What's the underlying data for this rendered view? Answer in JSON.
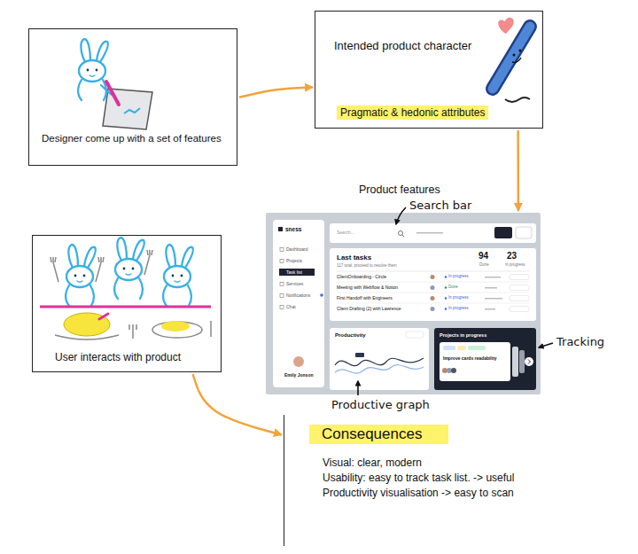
{
  "diagram": {
    "nodes": [
      {
        "text": [
          "Designer come up with a set of features"
        ]
      },
      {
        "text": [
          "Intended product character",
          "Pragmatic & hedonic attributes"
        ]
      },
      {
        "text": [
          "Product features"
        ]
      },
      {
        "text": [
          "sness",
          "Dashboard",
          "Projects",
          "Task list",
          "Services",
          "Notifications",
          "Chat",
          "Emily Jonson"
        ],
        "in": 2
      },
      {
        "text": [
          "Search..."
        ],
        "in": 2
      },
      {
        "text": [
          "Last tasks",
          "117 total, proceed to resolve them",
          "94",
          "Done",
          "23",
          "In progress",
          "ClientOnboarding - Circle",
          "In progress",
          "Meeting with Webflow & Notion",
          "Done",
          "First Handoff with Engineers",
          "In progress",
          "Client Drafting (2) with Lawrence",
          "In progress"
        ],
        "in": 2
      },
      {
        "text": [
          "Productivity"
        ],
        "in": 2
      },
      {
        "text": [
          "Projects in progress"
        ],
        "in": 2
      },
      {
        "text": [
          "Improve cards readability"
        ],
        "in": 7
      },
      {
        "text": [
          "User interacts with product"
        ]
      },
      {
        "text": [
          "Consequences",
          "Visual: clear, modern",
          "Usability: easy to track task list. -> useful",
          "Productivity visualisation -> easy to scan"
        ]
      }
    ],
    "edges": [
      {
        "from": 0,
        "to": 1,
        "arrow": "to"
      },
      {
        "from": 1,
        "to": 2,
        "arrow": "to"
      },
      {
        "from": 9,
        "to": 10,
        "arrow": "to"
      }
    ],
    "labels": [
      "Search bar",
      "Tracking",
      "Productive graph"
    ]
  }
}
